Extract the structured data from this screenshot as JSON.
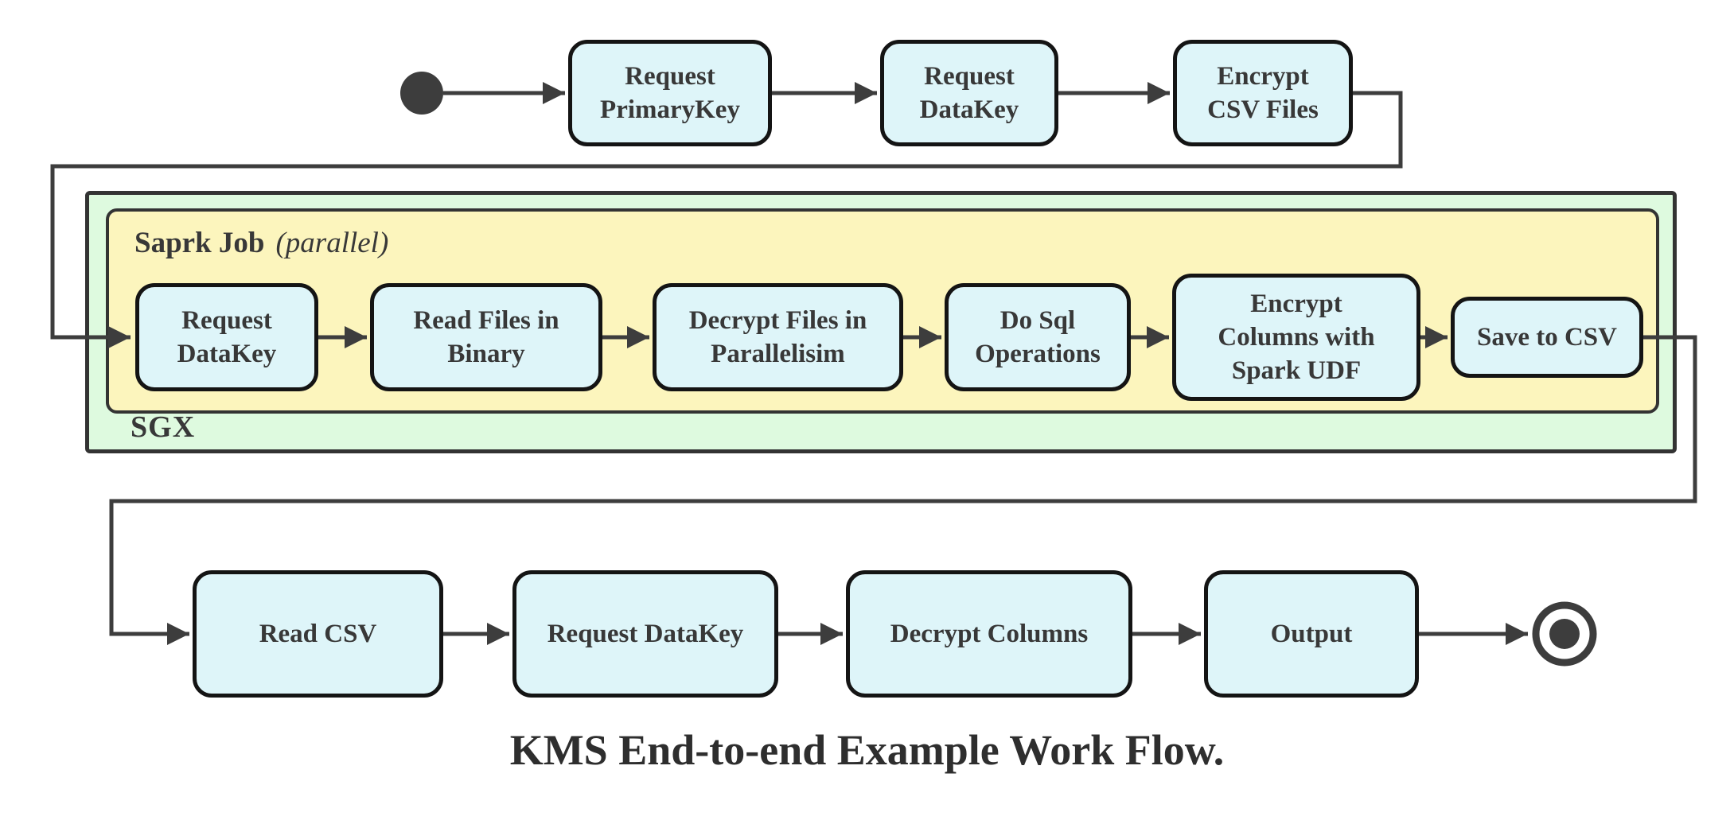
{
  "diagram": {
    "caption": "KMS End-to-end Example Work Flow.",
    "containers": {
      "spark_label": "Saprk Job",
      "spark_mode": "(parallel)",
      "sgx_label": "SGX"
    },
    "colors": {
      "node_fill": "#def5f9",
      "node_border": "#141414",
      "spark_fill": "#fcf5bd",
      "sgx_fill": "#defadf",
      "container_border": "#333333",
      "line": "#3d3d3d",
      "text": "#383838"
    },
    "nodes": [
      {
        "id": "request-primarykey",
        "label": "Request\nPrimaryKey"
      },
      {
        "id": "request-datakey-top",
        "label": "Request\nDataKey"
      },
      {
        "id": "encrypt-csv-files",
        "label": "Encrypt\nCSV Files"
      },
      {
        "id": "request-datakey-spark",
        "label": "Request\nDataKey"
      },
      {
        "id": "read-files-in-binary",
        "label": "Read Files in\nBinary"
      },
      {
        "id": "decrypt-files-in-parallelisim",
        "label": "Decrypt Files in\nParallelisim"
      },
      {
        "id": "do-sql-operations",
        "label": "Do Sql\nOperations"
      },
      {
        "id": "encrypt-columns-with-spark-udf",
        "label": "Encrypt\nColumns with\nSpark UDF"
      },
      {
        "id": "save-to-csv",
        "label": "Save to CSV"
      },
      {
        "id": "read-csv",
        "label": "Read CSV"
      },
      {
        "id": "request-datakey-bottom",
        "label": "Request DataKey"
      },
      {
        "id": "decrypt-columns",
        "label": "Decrypt Columns"
      },
      {
        "id": "output",
        "label": "Output"
      }
    ]
  }
}
